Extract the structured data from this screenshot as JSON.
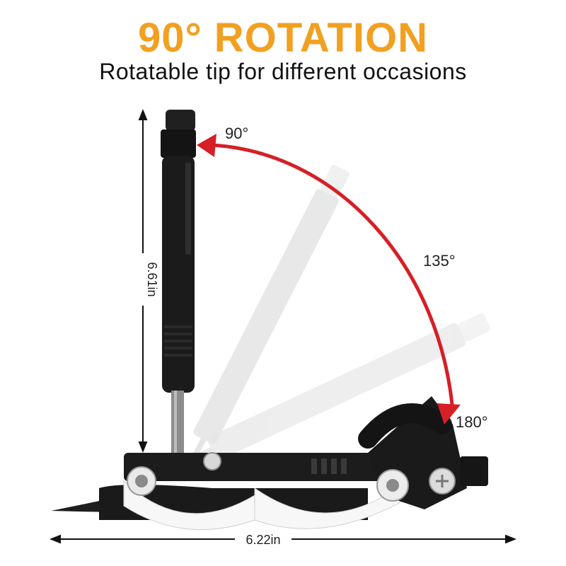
{
  "header": {
    "title": "90° ROTATION",
    "subtitle": "Rotatable tip for different occasions"
  },
  "angles": {
    "a90": "90°",
    "a135": "135°",
    "a180": "180°"
  },
  "dimensions": {
    "height": "6.61in",
    "width": "6.22in"
  },
  "colors": {
    "title": "#f2a021",
    "arrow": "#d61f26",
    "tool_body": "#1b1b1b",
    "ghost": "#e4e4e4"
  },
  "icons": [
    "double-arrow-icon",
    "curved-arrow-icon"
  ]
}
